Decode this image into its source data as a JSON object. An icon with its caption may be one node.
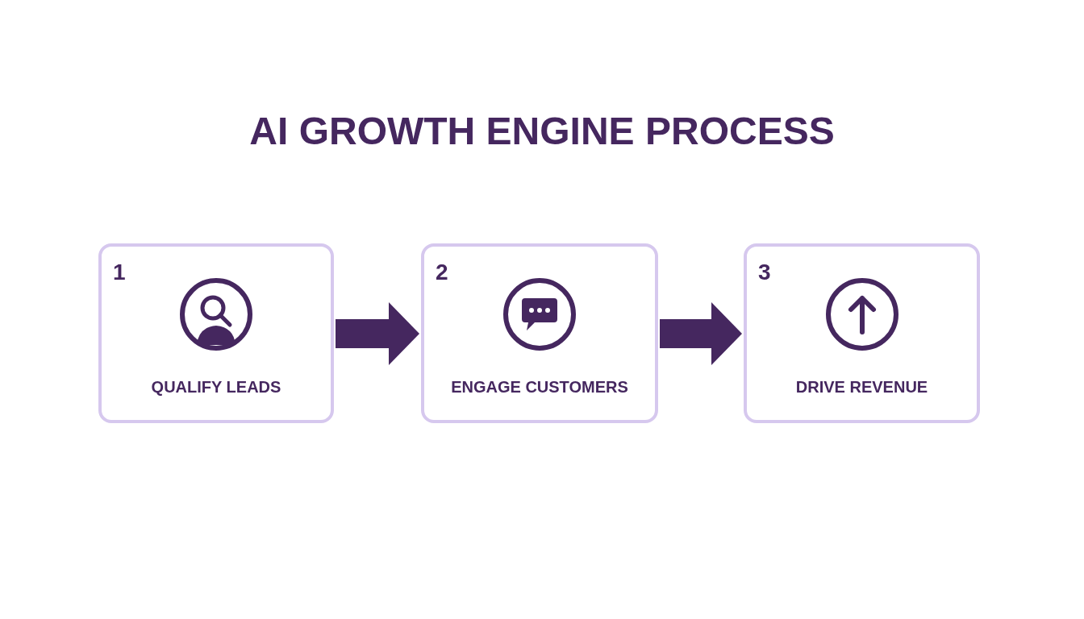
{
  "diagram": {
    "title": "AI GROWTH ENGINE PROCESS",
    "nodes": [
      {
        "text": [
          "1",
          "QUALIFY LEADS"
        ]
      },
      {
        "text": [
          "2",
          "ENGAGE CUSTOMERS"
        ]
      },
      {
        "text": [
          "3",
          "DRIVE REVENUE"
        ]
      }
    ],
    "edges": [
      {
        "from": 0,
        "to": 1,
        "arrow": "to"
      },
      {
        "from": 1,
        "to": 2,
        "arrow": "to"
      }
    ]
  }
}
